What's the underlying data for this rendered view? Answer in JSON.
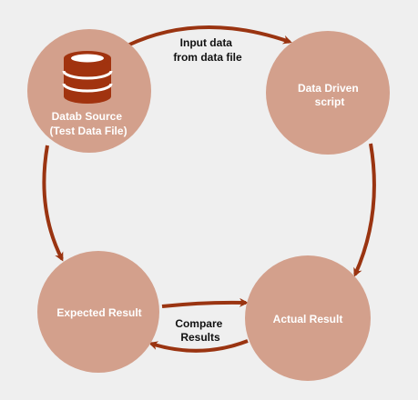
{
  "colors": {
    "background": "#efefef",
    "node_fill": "#d3a08c",
    "arrow": "#9a3411",
    "icon": "#a1330f",
    "node_text": "#ffffff",
    "edge_text": "#111111"
  },
  "nodes": {
    "data_source": {
      "label_line1": "Datab Source",
      "label_line2": "(Test Data File)",
      "icon": "database-icon"
    },
    "script": {
      "label_line1": "Data Driven",
      "label_line2": "script"
    },
    "expected": {
      "label": "Expected Result"
    },
    "actual": {
      "label": "Actual Result"
    }
  },
  "edges": {
    "input": {
      "label_line1": "Input data",
      "label_line2": "from data file"
    },
    "compare": {
      "label_line1": "Compare",
      "label_line2": "Results"
    }
  }
}
